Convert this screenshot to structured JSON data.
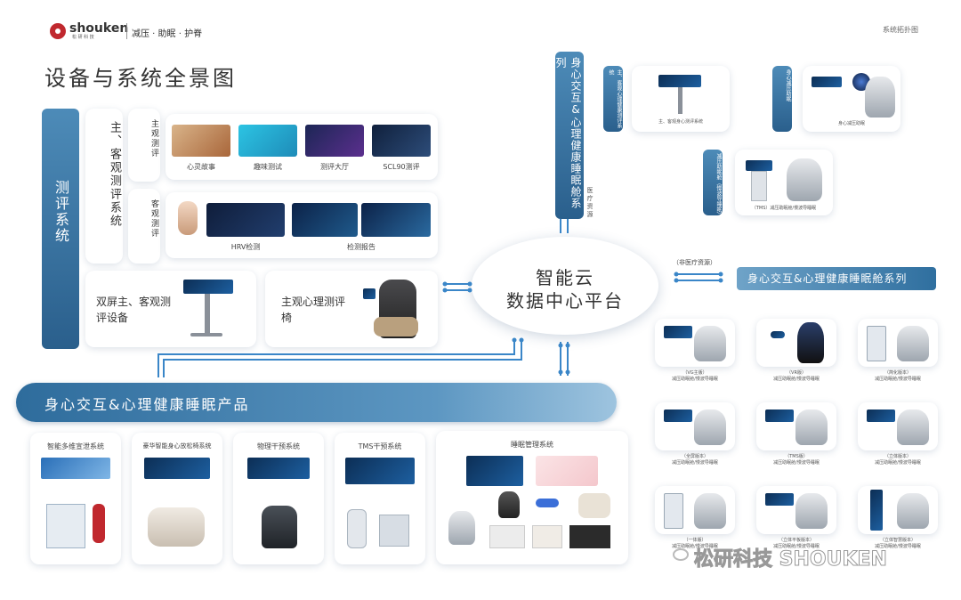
{
  "brand": {
    "logo_text": "shouken",
    "logo_sub": "松 研 科 技",
    "tagline": "减压 · 助眠 · 护脊"
  },
  "top_right_label": "系统拓扑图",
  "page_title": "设备与系统全景图",
  "evaluation_system": {
    "label": "测评系统",
    "subsystem_label": "主、客观测评系统",
    "subjective": {
      "label": "主观测评",
      "items": [
        "心灵故事",
        "趣味测试",
        "测评大厅",
        "SCL90测评"
      ]
    },
    "objective": {
      "label": "客观测评",
      "items": [
        "HRV检测",
        "检测报告"
      ]
    },
    "devices": [
      {
        "label": "双屏主、客观测评设备"
      },
      {
        "label": "主观心理测评椅"
      }
    ]
  },
  "cloud": {
    "line1": "智能云",
    "line2": "数据中心平台"
  },
  "non_medical_label": "（非医疗资源）",
  "medical_series": {
    "title": "身心交互&心理健康睡眠舱系列",
    "medical_label": "医疗资源",
    "groups": [
      {
        "label": "主、客观心理健康测评系统",
        "caption": "主、客观身心测评系统"
      },
      {
        "label": "身心减压助眠",
        "caption": "身心减压助眠"
      },
      {
        "label": "减压助眠舱（慢波导睡眠）",
        "caption": "（TMS）减压助眠舱/慢波导睡眠"
      }
    ]
  },
  "nonmedical_series": {
    "title": "身心交互&心理健康睡眠舱系列",
    "items": [
      {
        "caption1": "（VG主版）",
        "caption2": "减压助眠舱/慢波导睡眠"
      },
      {
        "caption1": "（VR版）",
        "caption2": "减压助眠舱/慢波导睡眠"
      },
      {
        "caption1": "（简化版本）",
        "caption2": "减压助眠舱/慢波导睡眠"
      },
      {
        "caption1": "（全屏版本）",
        "caption2": "减压助眠舱/慢波导睡眠"
      },
      {
        "caption1": "（TMS版）",
        "caption2": "减压助眠舱/慢波导睡眠"
      },
      {
        "caption1": "（立体版本）",
        "caption2": "减压助眠舱/慢波导睡眠"
      },
      {
        "caption1": "（一体版）",
        "caption2": "减压助眠舱/慢波导睡眠"
      },
      {
        "caption1": "（立体平板版本）",
        "caption2": "减压助眠舱/慢波导睡眠"
      },
      {
        "caption1": "（立体智慧版本）",
        "caption2": "减压助眠舱/慢波导睡眠"
      }
    ]
  },
  "products": {
    "title": "身心交互&心理健康睡眠产品",
    "items": [
      {
        "label": "智能多维宣泄系统"
      },
      {
        "label": "豪华智能身心放松椅系统"
      },
      {
        "label": "物理干预系统"
      },
      {
        "label": "TMS干预系统"
      },
      {
        "label": "睡眠管理系统"
      }
    ]
  },
  "watermark": "松研科技 SHOUKEN",
  "colors": {
    "accent": "#2f6f9f",
    "link": "#3a86c8",
    "text": "#333333"
  }
}
